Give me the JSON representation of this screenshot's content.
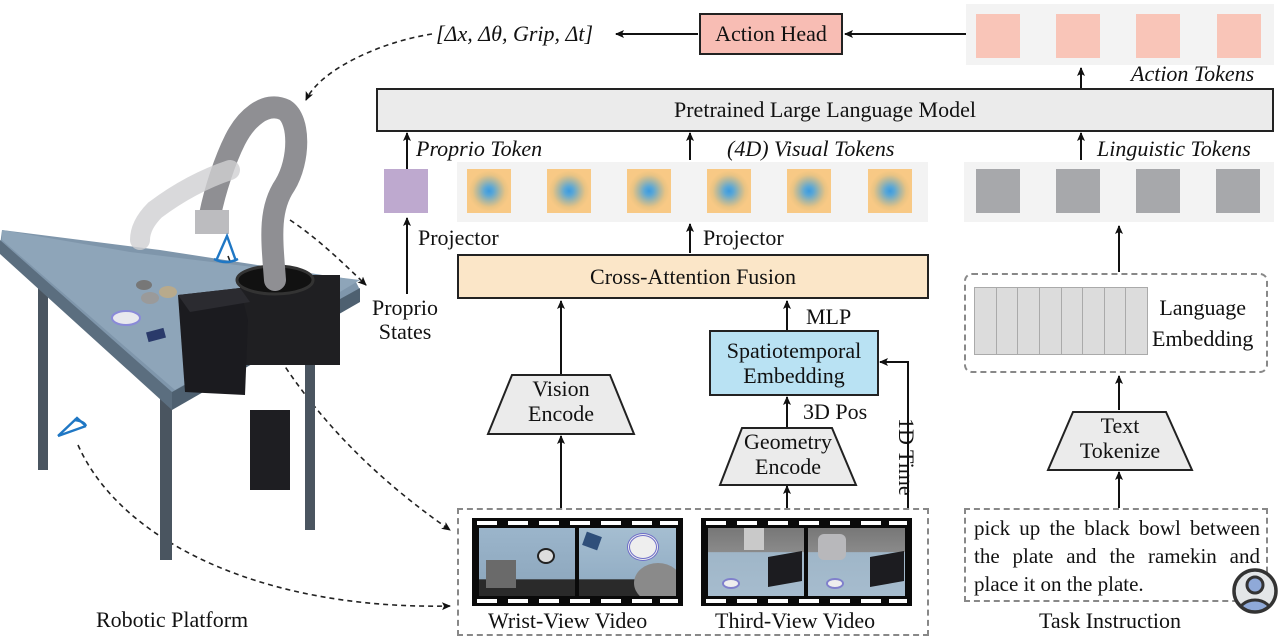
{
  "title": "Robotic VLA architecture with 4D visual tokens",
  "output": {
    "action_vector": "[Δx, Δθ, Grip, Δt]",
    "action_head_label": "Action Head",
    "action_tokens_label": "Action Tokens",
    "action_token_count": 4
  },
  "llm": {
    "label": "Pretrained Large Language Model"
  },
  "tokens": {
    "proprio_label": "Proprio Token",
    "visual_label": "(4D) Visual Tokens",
    "linguistic_label": "Linguistic Tokens",
    "visual_token_count": 6,
    "linguistic_token_count": 4
  },
  "projectors": {
    "left": "Projector",
    "right": "Projector"
  },
  "fusion": {
    "label": "Cross-Attention Fusion"
  },
  "proprio_states": {
    "line1": "Proprio",
    "line2": "States"
  },
  "vision_encode": {
    "line1": "Vision",
    "line2": "Encode"
  },
  "spatiotemporal": {
    "line1": "Spatiotemporal",
    "line2": "Embedding",
    "mlp_label": "MLP"
  },
  "geometry_encode": {
    "line1": "Geometry",
    "line2": "Encode",
    "pos_label": "3D Pos",
    "time_label": "1D Time"
  },
  "language": {
    "line1": "Language",
    "line2": "Embedding",
    "cell_count": 8
  },
  "text_tokenize": {
    "line1": "Text",
    "line2": "Tokenize"
  },
  "task": {
    "instruction_lines": [
      "pick up the black bowl between",
      "the plate and the ramekin and",
      "place it on the plate."
    ],
    "label": "Task Instruction",
    "user_icon": "user-avatar-icon"
  },
  "videos": {
    "wrist_label": "Wrist-View Video",
    "third_label": "Third-View Video"
  },
  "platform": {
    "label": "Robotic Platform"
  },
  "colors": {
    "action_head": "#f8bdb4",
    "action_token": "#f9c5b8",
    "llm": "#ebebeb",
    "fusion": "#fbe6c8",
    "spatiotemporal": "#b9e2f3",
    "proprio_token": "#bea9cf",
    "linguistic_token": "#a7a8ab",
    "encoder": "#ebebeb",
    "camera_icon": "#1f77c4",
    "user_icon_fill": "#8fa9d8"
  }
}
